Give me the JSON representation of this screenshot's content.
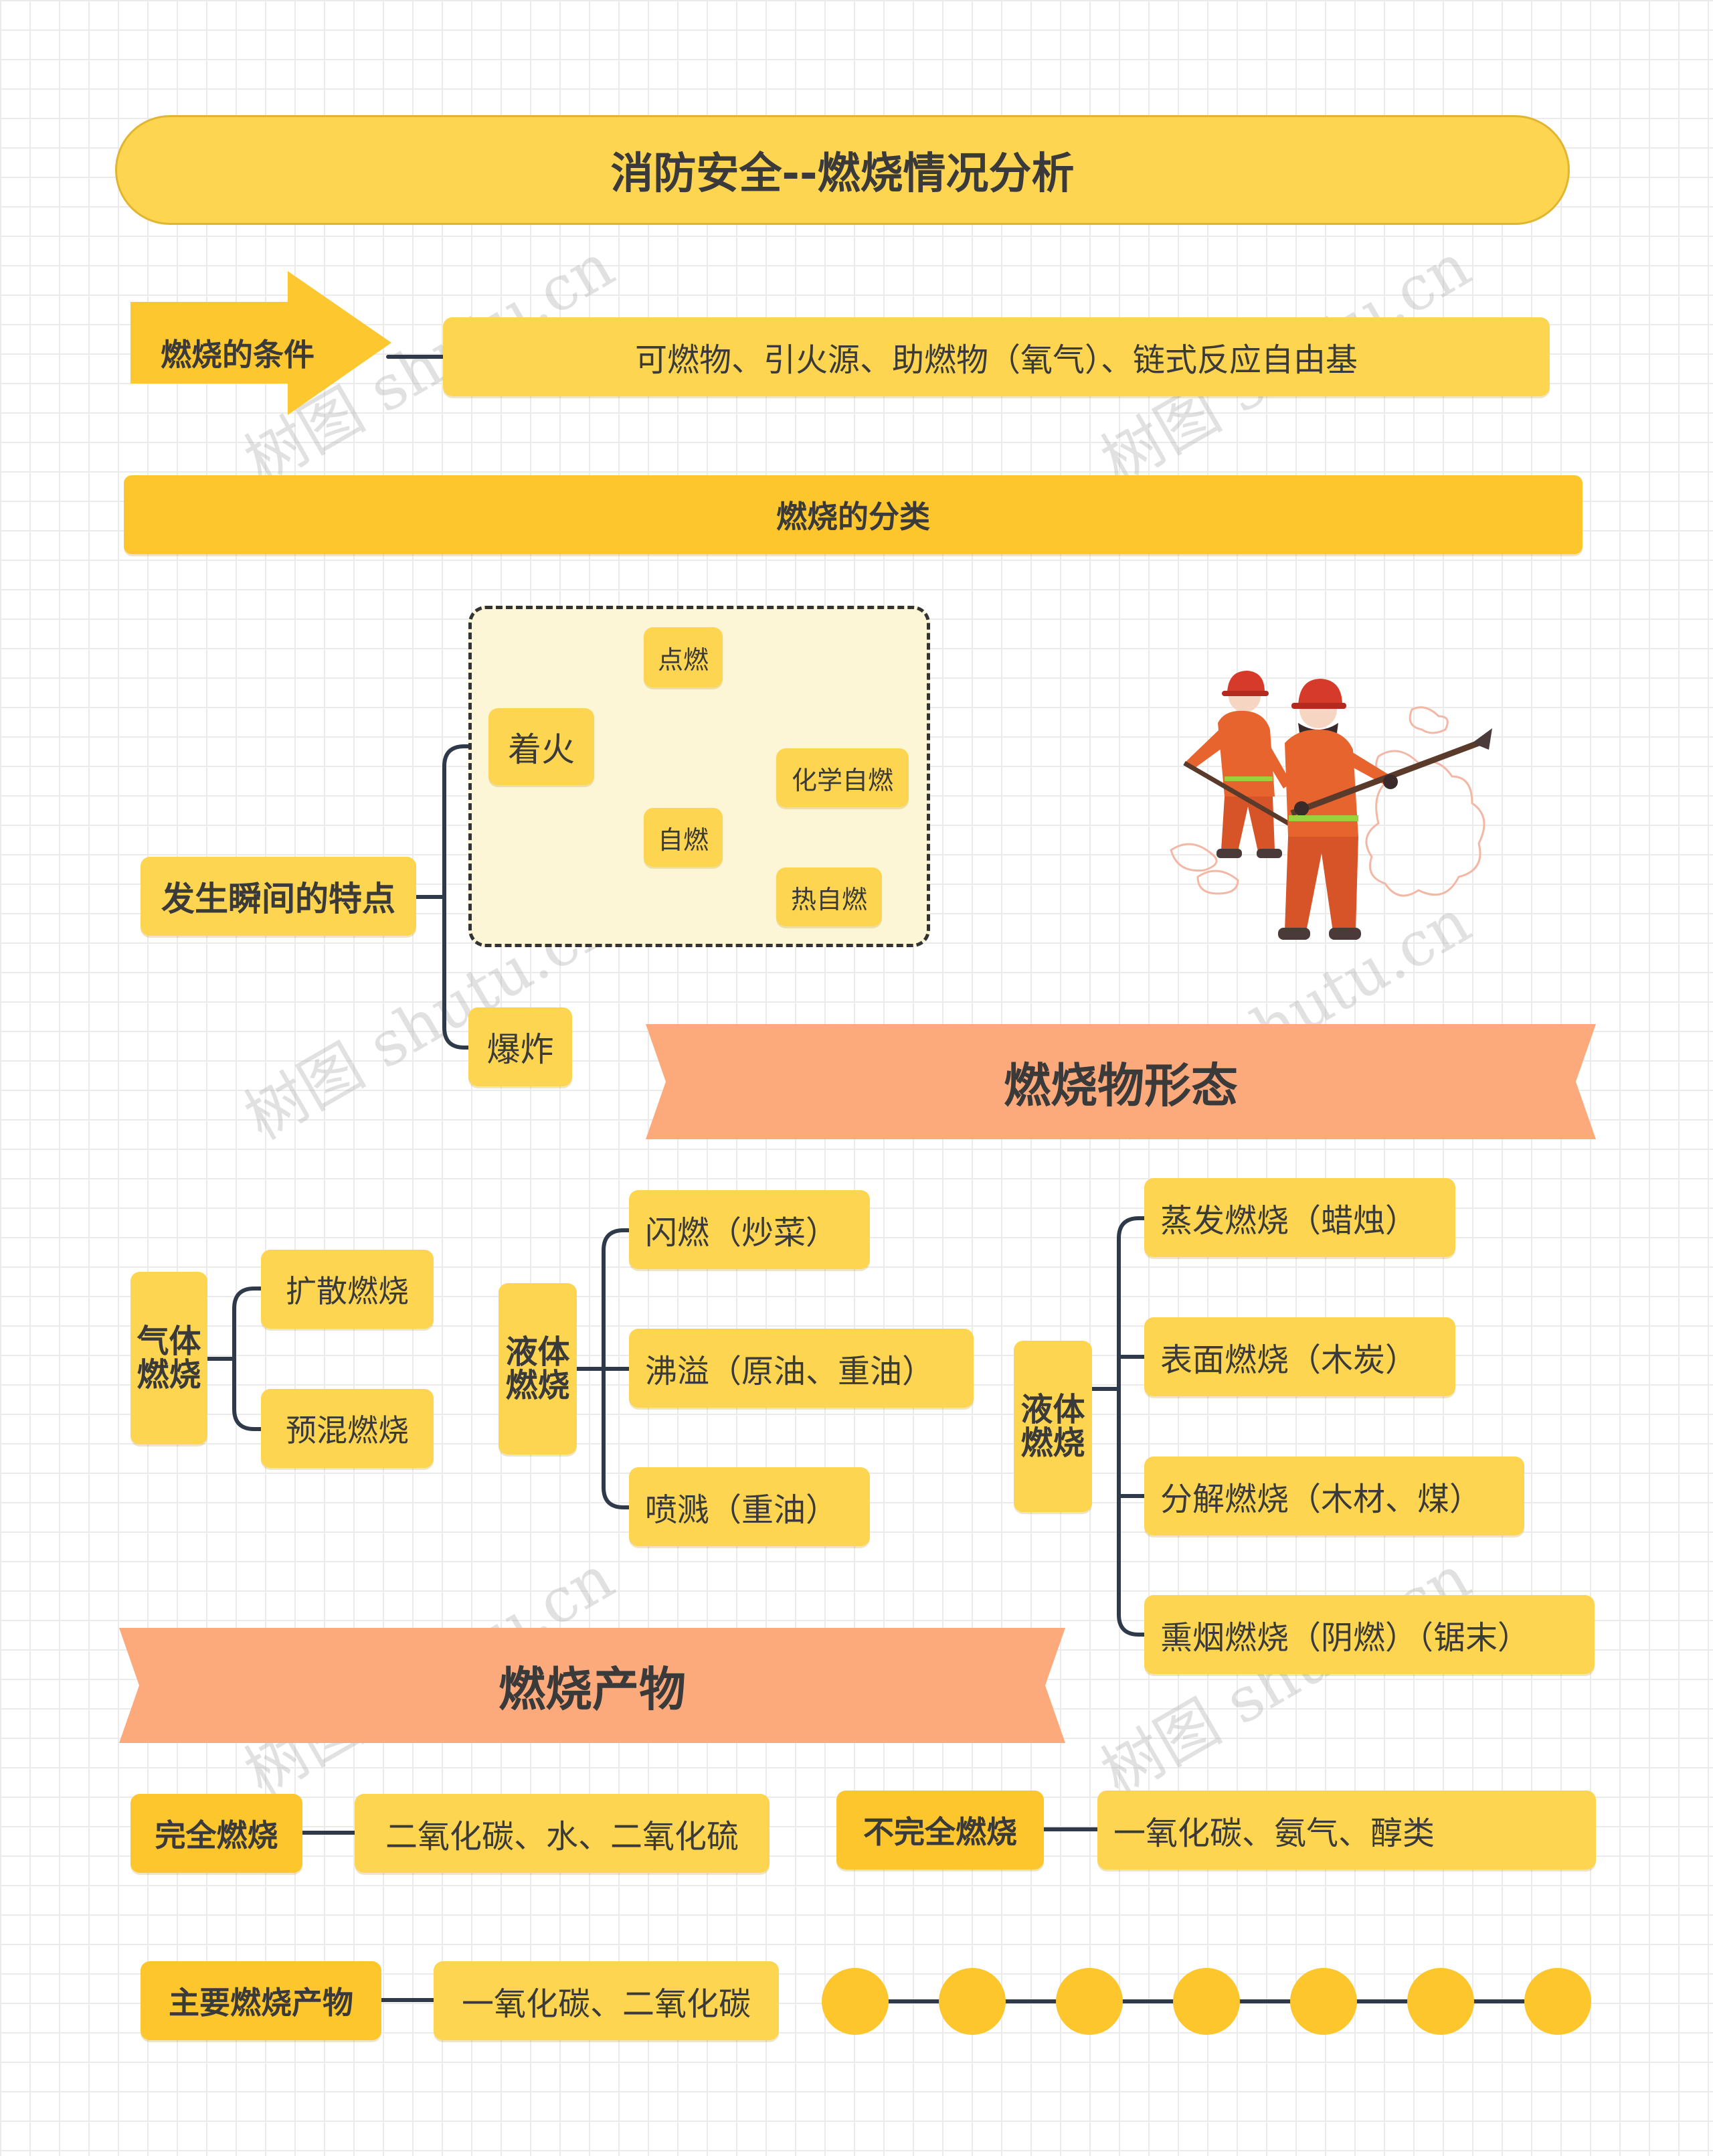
{
  "title": "消防安全--燃烧情况分析",
  "conditions": {
    "label": "燃烧的条件",
    "value": "可燃物、引火源、助燃物（氧气）、链式反应自由基"
  },
  "classification": {
    "header": "燃烧的分类",
    "root": "发生瞬间的特点",
    "ignite": "着火",
    "point_burn": "点燃",
    "self_burn": "自燃",
    "chem_self": "化学自燃",
    "heat_self": "热自燃",
    "explode": "爆炸"
  },
  "forms": {
    "banner": "燃烧物形态",
    "gas": {
      "label": "气体燃烧",
      "items": [
        "扩散燃烧",
        "预混燃烧"
      ]
    },
    "liquid": {
      "label": "液体燃烧",
      "items": [
        "闪燃（炒菜）",
        "沸溢（原油、重油）",
        "喷溅（重油）"
      ]
    },
    "solid": {
      "label": "液体燃烧",
      "items": [
        "蒸发燃烧（蜡烛）",
        "表面燃烧（木炭）",
        "分解燃烧（木材、煤）",
        "熏烟燃烧（阴燃）（锯末）"
      ]
    }
  },
  "products": {
    "banner": "燃烧产物",
    "complete": {
      "label": "完全燃烧",
      "value": "二氧化碳、水、二氧化硫"
    },
    "incomplete": {
      "label": "不完全燃烧",
      "value": "一氧化碳、氨气、醇类"
    },
    "main": {
      "label": "主要燃烧产物",
      "value": "一氧化碳、二氧化碳"
    }
  },
  "watermark": "树图 shutu.cn",
  "colors": {
    "yellow": "#fdd550",
    "deep_yellow": "#fcc62c",
    "salmon": "#fca97c",
    "line": "#2e3a4a"
  }
}
